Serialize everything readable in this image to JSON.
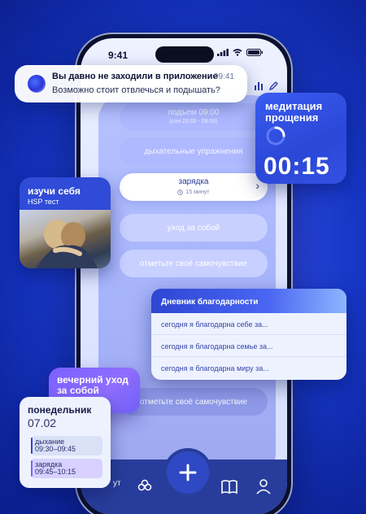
{
  "phone": {
    "status_time": "9:41",
    "schedule": [
      {
        "label": "подъем 09:00",
        "sub": "(сон 23:00 - 09:00)"
      },
      {
        "label": "дыхательные упражнения"
      },
      {
        "label": "зарядка",
        "sub": "15 минут"
      },
      {
        "label": "уход за собой"
      },
      {
        "label": "отметьте своё самочувствие"
      },
      {
        "label": "отметьте своё самочувствие"
      }
    ],
    "tab_partial_text": "ут"
  },
  "notification": {
    "title": "Вы давно не заходили в приложение",
    "time": "09:41",
    "body": "Возможно стоит отвлечься и подышать?"
  },
  "meditation": {
    "title": "медитация прощения",
    "timer": "00:15"
  },
  "hsp": {
    "title": "изучи себя",
    "subtitle": "HSP тест"
  },
  "diary": {
    "title": "Дневник благодарности",
    "entries": [
      "сегодня я благодарна себе за...",
      "сегодня я благодарна семье за...",
      "сегодня я благодарна миру за..."
    ]
  },
  "evening": {
    "title": "вечерний уход за собой"
  },
  "calendar": {
    "day": "понедельник",
    "date": "07.02",
    "slots": [
      {
        "name": "дыхание",
        "time": "09:30–09:45"
      },
      {
        "name": "зарядка",
        "time": "09:45–10:15"
      }
    ]
  },
  "colors": {
    "background": "#1636c4",
    "accent_blue": "#2f48c4",
    "accent_purple": "#7b61ff"
  }
}
